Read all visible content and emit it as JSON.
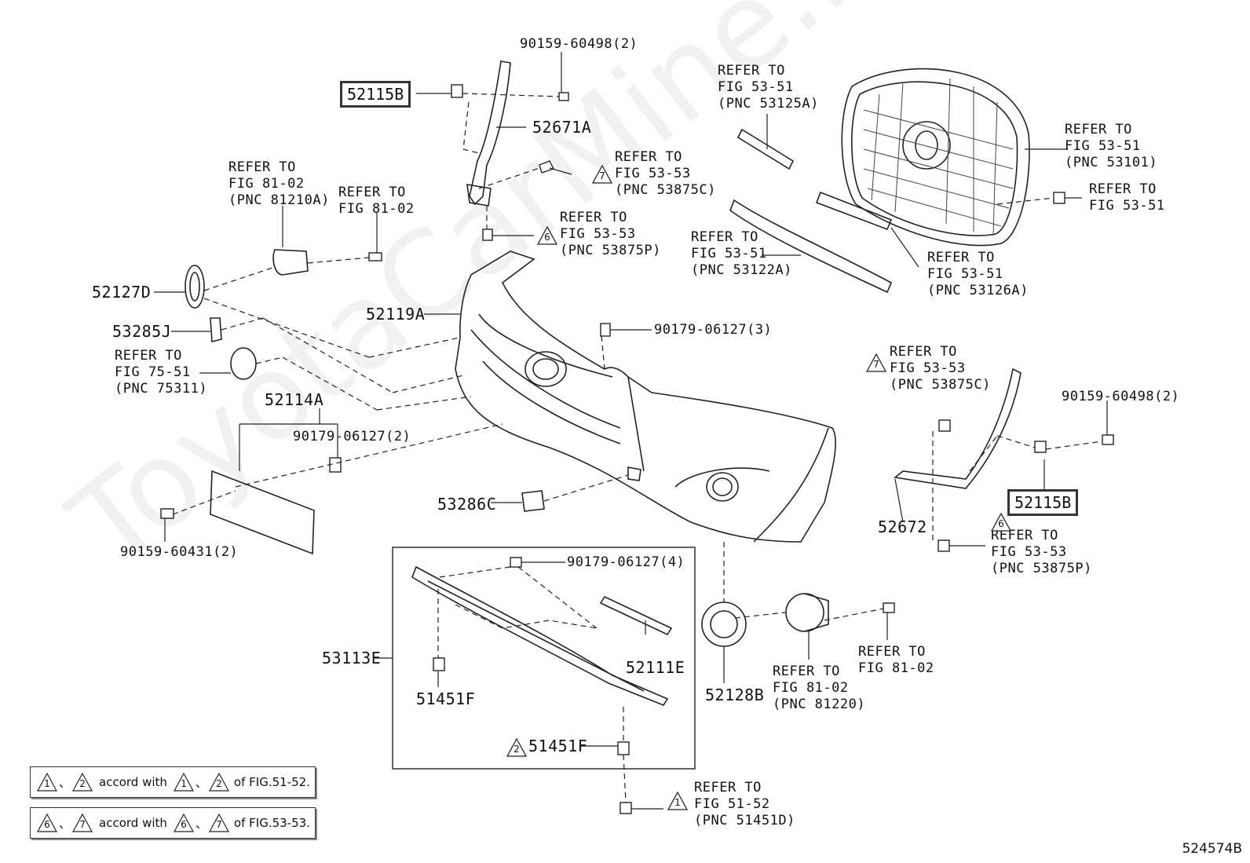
{
  "watermark": "ToyotaCarMine.ru",
  "drawing_number": "524574B",
  "highlighted_parts": [
    "52115B",
    "52115B"
  ],
  "labels": {
    "p90159_60498_top": "90159-60498(2)",
    "p52671A": "52671A",
    "ref_53875C_top": "REFER TO\nFIG 53-53\n(PNC 53875C)",
    "ref_53875P_top": "REFER TO\nFIG 53-53\n(PNC 53875P)",
    "ref_81210A": "REFER TO\nFIG 81-02\n(PNC 81210A)",
    "ref_81_02_top": "REFER TO\nFIG 81-02",
    "p52127D": "52127D",
    "p53285J": "53285J",
    "ref_75311": "REFER TO\nFIG 75-51\n(PNC 75311)",
    "p52114A": "52114A",
    "p90179_06127_2": "90179-06127(2)",
    "p90159_60431": "90159-60431(2)",
    "p52119A": "52119A",
    "p90179_06127_3": "90179-06127(3)",
    "ref_53125A": "REFER TO\nFIG 53-51\n(PNC 53125A)",
    "ref_53101": "REFER TO\nFIG 53-51\n(PNC 53101)",
    "ref_53_51_bolt": "REFER TO\nFIG 53-51",
    "ref_53122A": "REFER TO\nFIG 53-51\n(PNC 53122A)",
    "ref_53126A": "REFER TO\nFIG 53-51\n(PNC 53126A)",
    "ref_53875C_right": "REFER TO\nFIG 53-53\n(PNC 53875C)",
    "p90159_60498_right": "90159-60498(2)",
    "p52672": "52672",
    "ref_53875P_right": "REFER TO\nFIG 53-53\n(PNC 53875P)",
    "p53286C": "53286C",
    "p90179_06127_4": "90179-06127(4)",
    "p53113E": "53113E",
    "p52111E": "52111E",
    "p51451F": "51451F",
    "p51451F_b": "51451F",
    "p52128B": "52128B",
    "ref_81220": "REFER TO\nFIG 81-02\n(PNC 81220)",
    "ref_81_02_right": "REFER TO\nFIG 81-02",
    "ref_51451D": "REFER TO\nFIG 51-52\n(PNC 51451D)"
  },
  "triangles": {
    "t7_top": "7",
    "t6_top": "6",
    "t7_right": "7",
    "t6_right": "6",
    "t2_clip": "2",
    "t1_bottom": "1"
  },
  "notes": [
    {
      "a": "1",
      "b": "2",
      "text": "accord with",
      "c": "1",
      "d": "2",
      "tail": "of FIG.51-52."
    },
    {
      "a": "6",
      "b": "7",
      "text": "accord with",
      "c": "6",
      "d": "7",
      "tail": "of FIG.53-53."
    }
  ],
  "note_separator": "、"
}
